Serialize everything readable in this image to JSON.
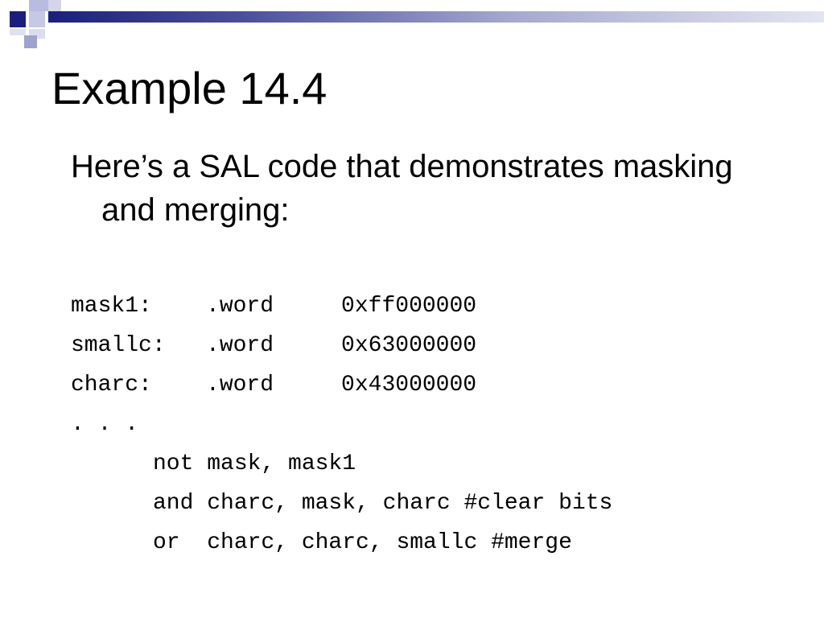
{
  "slide": {
    "title": "Example 14.4",
    "intro": "Here’s a SAL code that demonstrates masking and merging:",
    "code_lines": [
      "mask1:    .word     0xff000000",
      "smallc:   .word     0x63000000",
      "charc:    .word     0x43000000",
      ". . .",
      "not mask, mask1",
      "and charc, mask, charc #clear bits",
      "or  charc, charc, smallc #merge"
    ]
  },
  "decoration": {
    "accent_dark": "#1a1f7a",
    "accent_light": "#b9bbe0",
    "header_bar": "gradient navy-to-white"
  }
}
